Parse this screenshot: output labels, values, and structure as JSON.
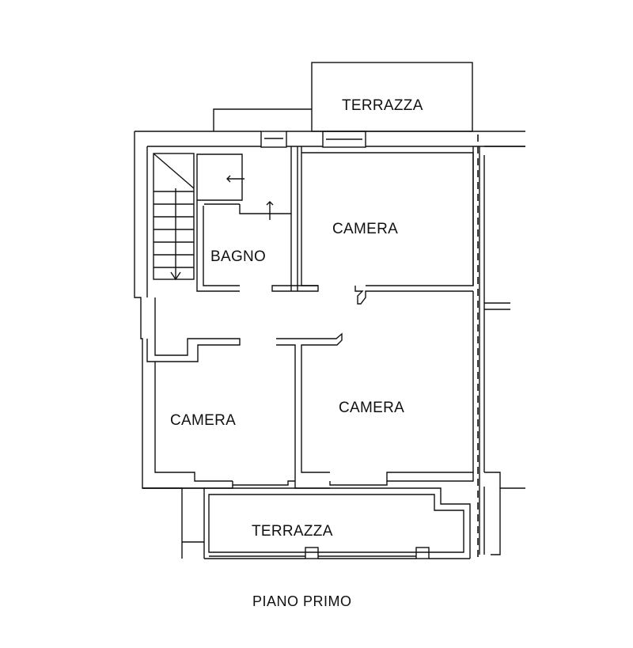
{
  "plan": {
    "title": "PIANO PRIMO",
    "rooms": {
      "terrace_top": "TERRAZZA",
      "bathroom": "BAGNO",
      "bedroom_top_right": "CAMERA",
      "bedroom_bottom_left": "CAMERA",
      "bedroom_bottom_right": "CAMERA",
      "terrace_bottom": "TERRAZZA"
    }
  },
  "colors": {
    "line": "#111111",
    "background": "#ffffff"
  }
}
